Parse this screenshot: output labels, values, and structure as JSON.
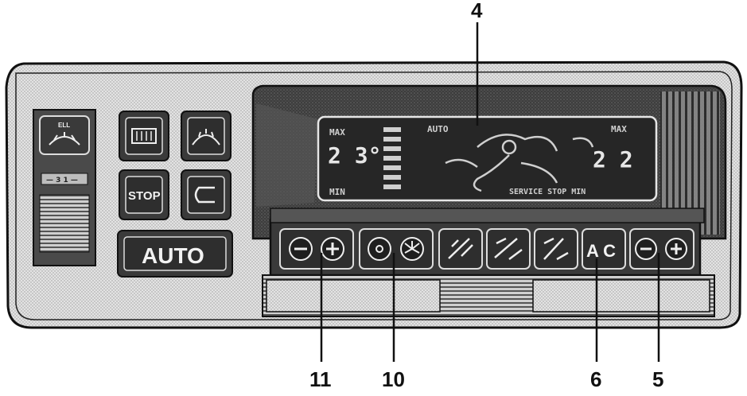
{
  "panel": {
    "buttons": {
      "auto": "AUTO",
      "stop": "STOP",
      "ac": "A C",
      "rear_defrost_label": "ELL",
      "rear_defrost_sublabel": "— 3 1 —"
    },
    "display": {
      "max_left": "MAX",
      "max_right": "MAX",
      "min_left": "MIN",
      "auto_indicator": "AUTO",
      "service_text": "SERVICE STOP MIN",
      "temp_left": "2 3°",
      "temp_right": "2 2"
    }
  },
  "callouts": [
    {
      "id": "4",
      "label": "4"
    },
    {
      "id": "11",
      "label": "11"
    },
    {
      "id": "10",
      "label": "10"
    },
    {
      "id": "6",
      "label": "6"
    },
    {
      "id": "5",
      "label": "5"
    }
  ],
  "colors": {
    "housing": "#d9d9d9",
    "button": "#3a3a3a",
    "display_bg": "#2b2b2b",
    "line": "#111111"
  }
}
